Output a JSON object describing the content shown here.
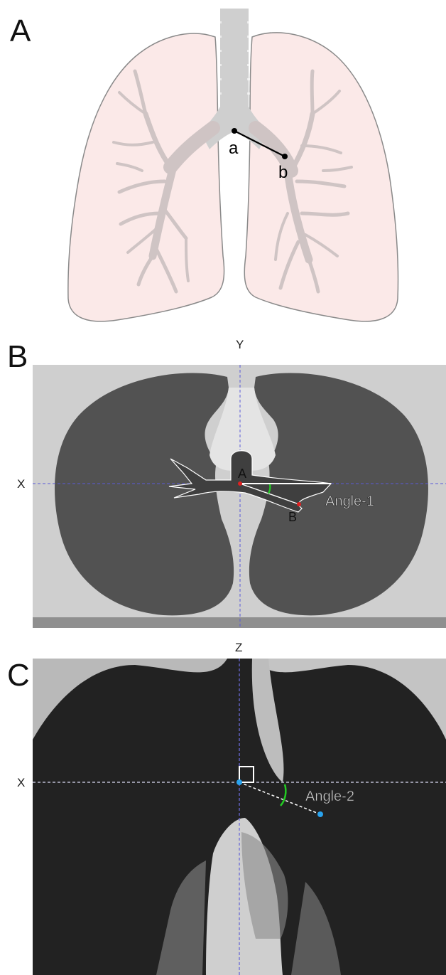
{
  "panels": {
    "a": {
      "letter": "A",
      "point_labels": [
        "a",
        "b"
      ]
    },
    "b": {
      "letter": "B",
      "axis_y": "Y",
      "axis_x": "X",
      "point_labels": [
        "A",
        "B"
      ],
      "angle_label": "Angle-1"
    },
    "c": {
      "letter": "C",
      "axis_z": "Z",
      "axis_x": "X",
      "angle_label": "Angle-2"
    }
  },
  "colors": {
    "lung_fill": "#fbe9e8",
    "lung_stroke": "#8a8a8a",
    "airway_gray": "#cfc9c9",
    "crosshair_blue": "#5a5ad8",
    "point_red": "#e02020",
    "angle_green": "#22cc22",
    "point_blue": "#29a3ee"
  }
}
